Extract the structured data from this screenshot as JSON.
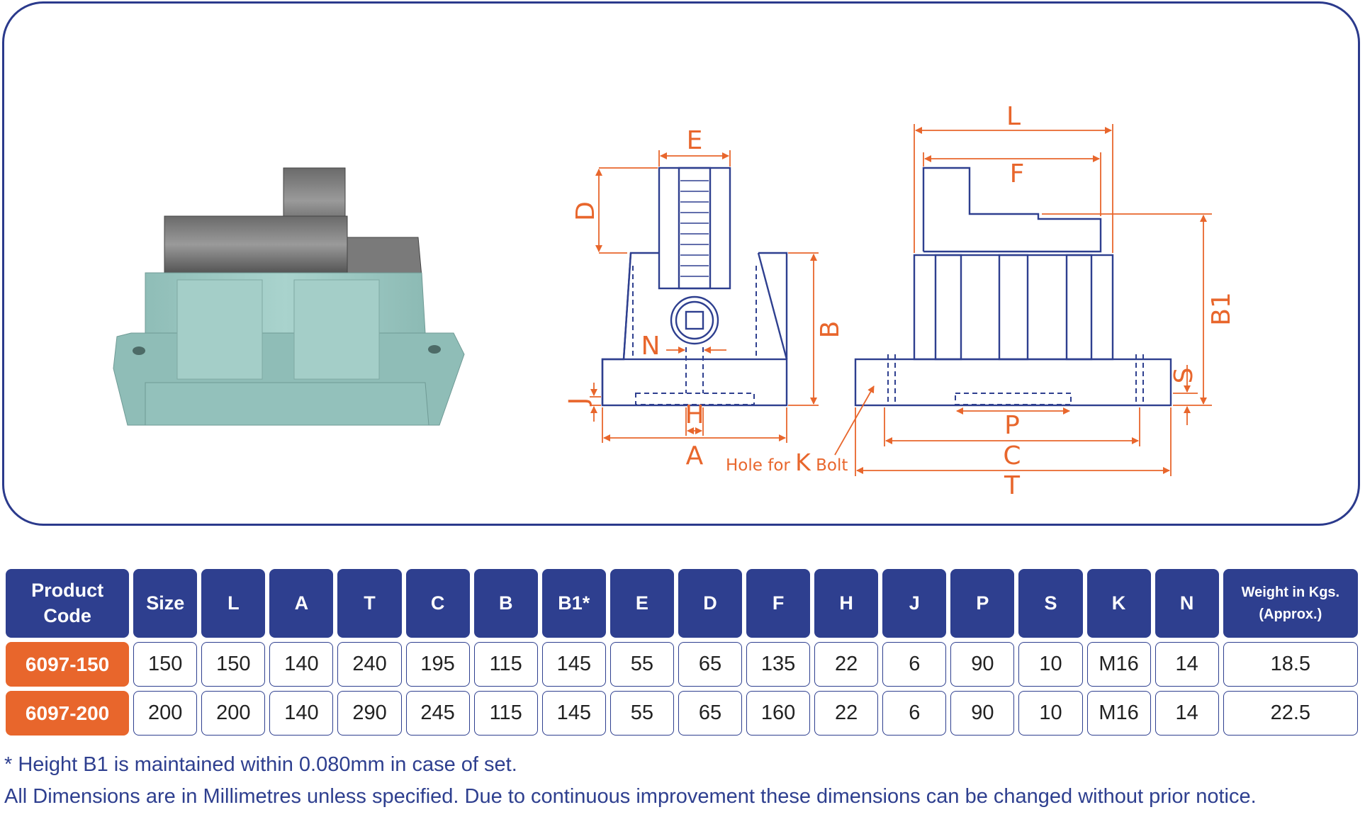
{
  "drawing": {
    "front_labels": {
      "E": "E",
      "D": "D",
      "B": "B",
      "N": "N",
      "J": "J",
      "H": "H",
      "A": "A"
    },
    "side_labels": {
      "L": "L",
      "F": "F",
      "B1": "B1",
      "S": "S",
      "P": "P",
      "C": "C",
      "T": "T"
    },
    "bolt_hole": {
      "prefix": "Hole for",
      "letter": "K",
      "suffix": "Bolt"
    }
  },
  "table": {
    "headers": [
      "Product Code",
      "Size",
      "L",
      "A",
      "T",
      "C",
      "B",
      "B1*",
      "E",
      "D",
      "F",
      "H",
      "J",
      "P",
      "S",
      "K",
      "N",
      "Weight in Kgs. (Approx.)"
    ],
    "rows": [
      [
        "6097-150",
        "150",
        "150",
        "140",
        "240",
        "195",
        "115",
        "145",
        "55",
        "65",
        "135",
        "22",
        "6",
        "90",
        "10",
        "M16",
        "14",
        "18.5"
      ],
      [
        "6097-200",
        "200",
        "200",
        "140",
        "290",
        "245",
        "115",
        "145",
        "55",
        "65",
        "160",
        "22",
        "6",
        "90",
        "10",
        "M16",
        "14",
        "22.5"
      ]
    ]
  },
  "notes": [
    "*  Height B1 is maintained within 0.080mm in case of set.",
    "All Dimensions are in Millimetres unless specified. Due to continuous improvement these dimensions can be changed without prior notice."
  ],
  "colors": {
    "navy": "#2e3f8f",
    "orange": "#e8662c",
    "casting": "#9dc8c2"
  }
}
